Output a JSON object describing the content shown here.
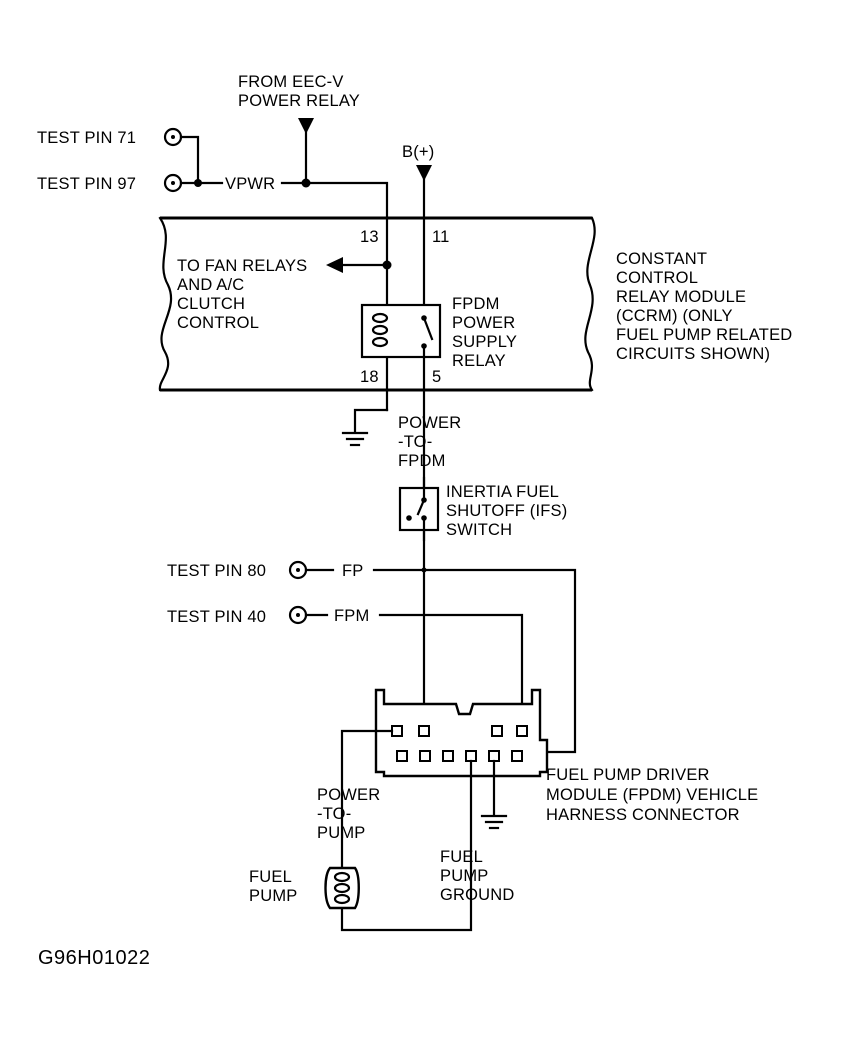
{
  "test_pins": {
    "pin71": "TEST PIN 71",
    "pin97": "TEST PIN 97",
    "pin80": "TEST PIN 80",
    "pin40": "TEST PIN 40"
  },
  "signals": {
    "vpwr": "VPWR",
    "fp": "FP",
    "fpm": "FPM",
    "battery": "B(+)"
  },
  "eec_relay": [
    "FROM EEC-V",
    "POWER RELAY"
  ],
  "ccrm": {
    "label": [
      "CONSTANT",
      "CONTROL",
      "RELAY MODULE",
      "(CCRM) (ONLY",
      "FUEL PUMP RELATED",
      "CIRCUITS SHOWN)"
    ],
    "pins": {
      "p13": "13",
      "p11": "11",
      "p18": "18",
      "p5": "5"
    },
    "fan": [
      "TO FAN RELAYS",
      "AND A/C",
      "CLUTCH",
      "CONTROL"
    ],
    "relay": [
      "FPDM",
      "POWER",
      "SUPPLY",
      "RELAY"
    ]
  },
  "power_to_fpdm": [
    "POWER",
    "-TO-",
    "FPDM"
  ],
  "ifs_switch": [
    "INERTIA FUEL",
    "SHUTOFF (IFS)",
    "SWITCH"
  ],
  "fpdm_connector": [
    "FUEL PUMP DRIVER",
    "MODULE (FPDM) VEHICLE",
    "HARNESS CONNECTOR"
  ],
  "power_to_pump": [
    "POWER",
    "-TO-",
    "PUMP"
  ],
  "fuel_pump": [
    "FUEL",
    "PUMP"
  ],
  "pump_ground": [
    "FUEL",
    "PUMP",
    "GROUND"
  ],
  "figure_id": "G96H01022"
}
